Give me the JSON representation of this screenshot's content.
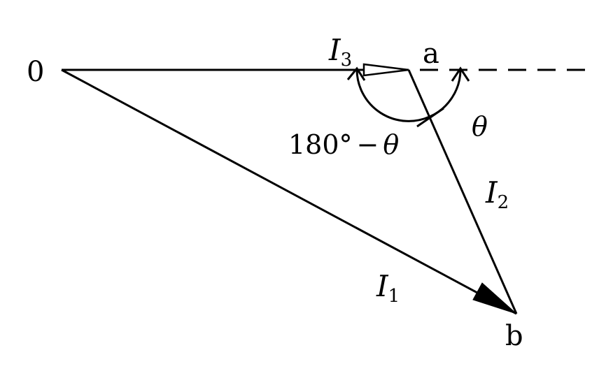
{
  "diagram": {
    "points": {
      "origin": "0",
      "a": "a",
      "b": "b"
    },
    "vectors": {
      "i1": {
        "symbol": "I",
        "subscript": "1"
      },
      "i2": {
        "symbol": "I",
        "subscript": "2"
      },
      "i3": {
        "symbol": "I",
        "subscript": "3"
      }
    },
    "angles": {
      "theta": "θ",
      "supplement": {
        "value": "180°",
        "minus": "−",
        "symbol": "θ"
      }
    },
    "colors": {
      "stroke": "#000000",
      "background": "#ffffff"
    }
  }
}
